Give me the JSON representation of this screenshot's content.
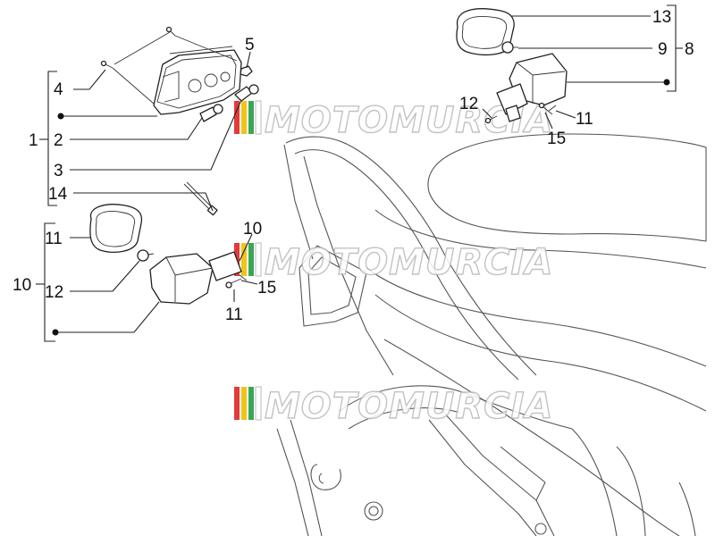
{
  "callouts": {
    "n1": "1",
    "n2": "2",
    "n3": "3",
    "n4": "4",
    "n5": "5",
    "n8": "8",
    "n9": "9",
    "n10_group": "10",
    "n10_part": "10",
    "n11_top": "11",
    "n11_box": "11",
    "n11_mid": "11",
    "n12": "12",
    "n13": "13",
    "n14": "14",
    "n15_top": "15",
    "n15_mid": "15",
    "n12_top_partial": "12"
  },
  "watermark": {
    "text": "MOTOMURCIA",
    "stripe_colors": [
      "#e23b3b",
      "#f0c419",
      "#3aa655",
      "#ffffff"
    ]
  },
  "colors": {
    "line": "#222222",
    "watermark_outline": "#b9b9b9"
  }
}
